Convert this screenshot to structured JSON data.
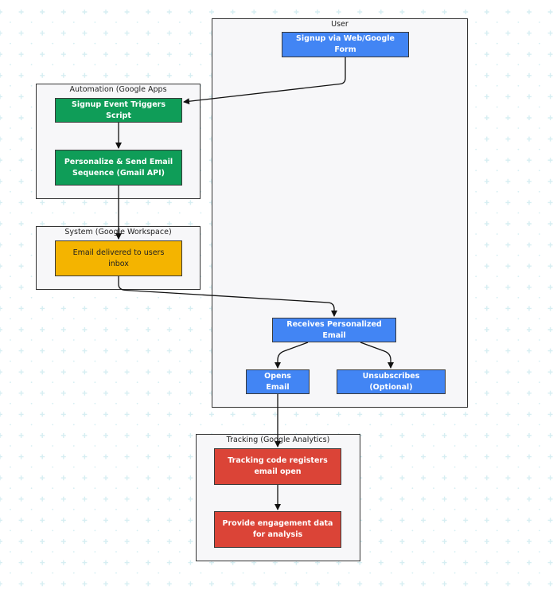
{
  "clusters": {
    "user": "User",
    "automation": "Automation (Google Apps",
    "system": "System (Google Workspace)",
    "tracking": "Tracking (Google Analytics)"
  },
  "nodes": {
    "signup": "Signup via Web/Google Form",
    "trigger": "Signup Event Triggers Script",
    "personalize": "Personalize & Send Email\nSequence (Gmail API)",
    "delivered": "Email delivered to users\ninbox",
    "receives": "Receives Personalized Email",
    "opens": "Opens Email",
    "unsubscribes": "Unsubscribes (Optional)",
    "tracking_code": "Tracking code registers\nemail open",
    "provide": "Provide engagement data\nfor analysis"
  },
  "colors": {
    "blue": "#4285f4",
    "green": "#0f9d58",
    "yellow": "#f4b400",
    "red": "#db4437",
    "grid": "#d6eef2"
  }
}
